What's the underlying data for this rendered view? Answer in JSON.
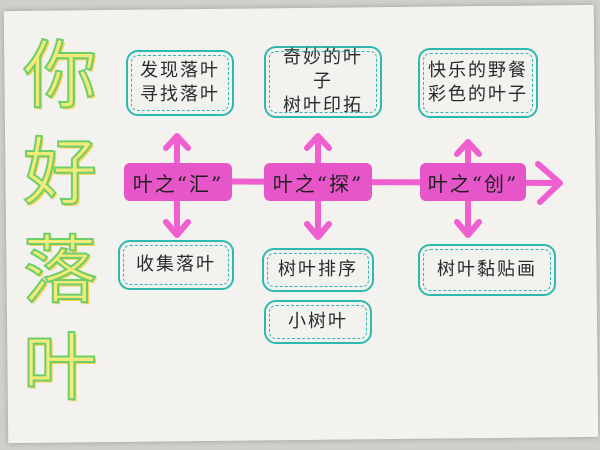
{
  "title": {
    "chars": [
      "你",
      "好",
      "落",
      "叶"
    ]
  },
  "columns": [
    {
      "node": "叶之“汇”",
      "top_lines": [
        "发现落叶",
        "寻找落叶"
      ],
      "bottom_boxes": [
        [
          "收集落叶"
        ]
      ]
    },
    {
      "node": "叶之“探”",
      "top_lines": [
        "奇妙的叶子",
        "树叶印拓"
      ],
      "bottom_boxes": [
        [
          "树叶排序"
        ],
        [
          "小树叶"
        ]
      ]
    },
    {
      "node": "叶之“创”",
      "top_lines": [
        "快乐的野餐",
        "彩色的叶子"
      ],
      "bottom_boxes": [
        [
          "树叶黏贴画"
        ]
      ]
    }
  ],
  "colors": {
    "arrow": "#ef5fcf",
    "node": "#e756c8",
    "box_border": "#2fb8b0",
    "title_fill": "#f3ea7a",
    "title_stroke": "#6ecf6a"
  }
}
